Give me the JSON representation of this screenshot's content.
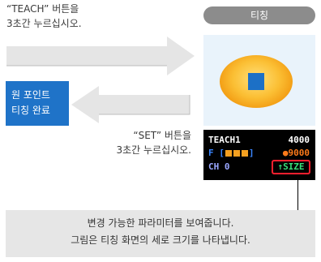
{
  "instruction_top": "“TEACH” 버튼을\n3초간 누르십시오.",
  "instruction_bottom": "“SET” 버튼을\n3초간 누르십시오.",
  "screen_title": "티칭",
  "result_label": "원 포인트\n티칭 완료",
  "lcd": {
    "row1_label": "TEACH1",
    "row1_value": "4000",
    "row2_label": "F [",
    "row2_close": "]",
    "row2_value": "9000",
    "row3_label": "CH 0",
    "size_label": "SIZE",
    "size_arrow": "↑",
    "marker": "●"
  },
  "note": "변경 가능한 파라미터를 보여줍니다.\n그림은 티칭 화면의 세로 크기를 나타냅니다.",
  "colors": {
    "accent_blue": "#1f73c8",
    "arrow_gray": "#e3e3e3",
    "size_border": "#ff1f2e"
  }
}
